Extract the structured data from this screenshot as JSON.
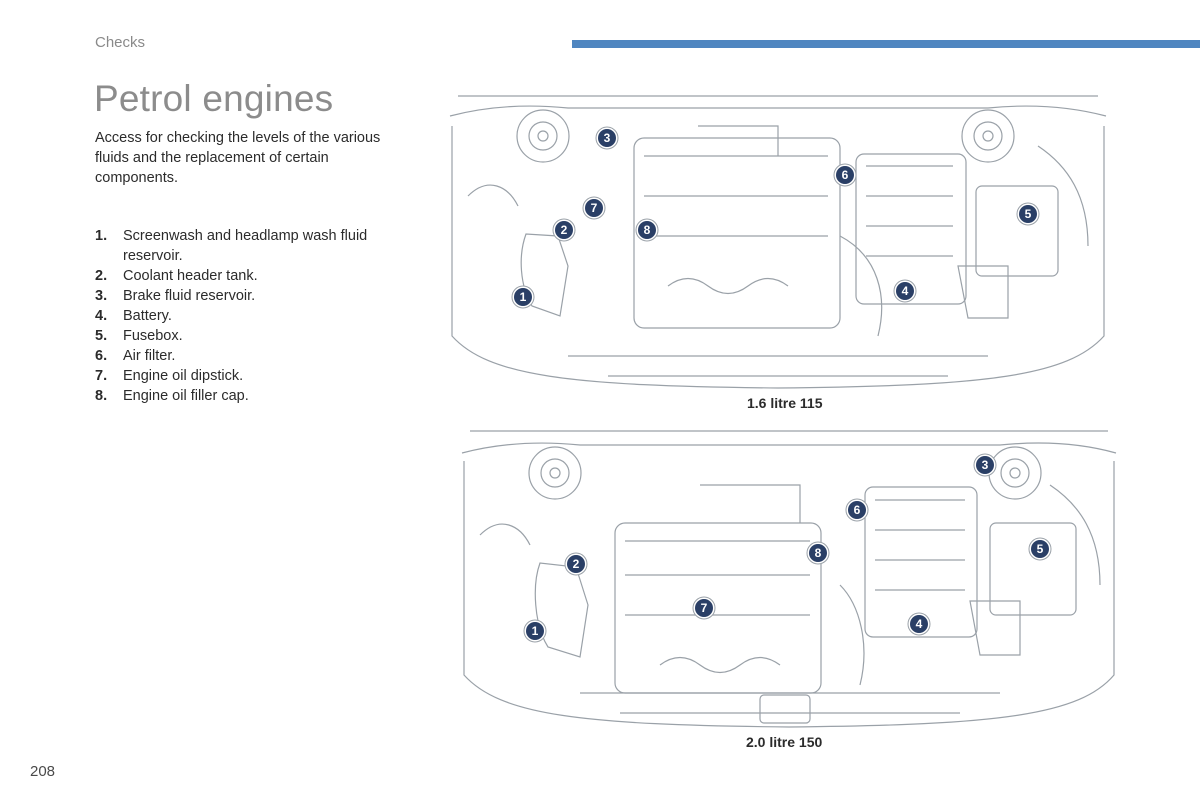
{
  "header": {
    "section": "Checks",
    "accent_color": "#4f86c0"
  },
  "title": "Petrol engines",
  "intro": "Access for checking the levels of the various fluids and the replacement of certain components.",
  "parts": [
    {
      "num": "1.",
      "label": "Screenwash and headlamp wash fluid reservoir."
    },
    {
      "num": "2.",
      "label": "Coolant header tank."
    },
    {
      "num": "3.",
      "label": "Brake fluid reservoir."
    },
    {
      "num": "4.",
      "label": "Battery."
    },
    {
      "num": "5.",
      "label": "Fusebox."
    },
    {
      "num": "6.",
      "label": "Air filter."
    },
    {
      "num": "7.",
      "label": "Engine oil dipstick."
    },
    {
      "num": "8.",
      "label": "Engine oil filler cap."
    }
  ],
  "figures": [
    {
      "caption": "1.6 litre 115",
      "markers": [
        "1",
        "2",
        "3",
        "4",
        "5",
        "6",
        "7",
        "8"
      ]
    },
    {
      "caption": "2.0 litre 150",
      "markers": [
        "1",
        "2",
        "3",
        "4",
        "5",
        "6",
        "7",
        "8"
      ]
    }
  ],
  "marker_color": "#2a3f66",
  "page_number": "208"
}
